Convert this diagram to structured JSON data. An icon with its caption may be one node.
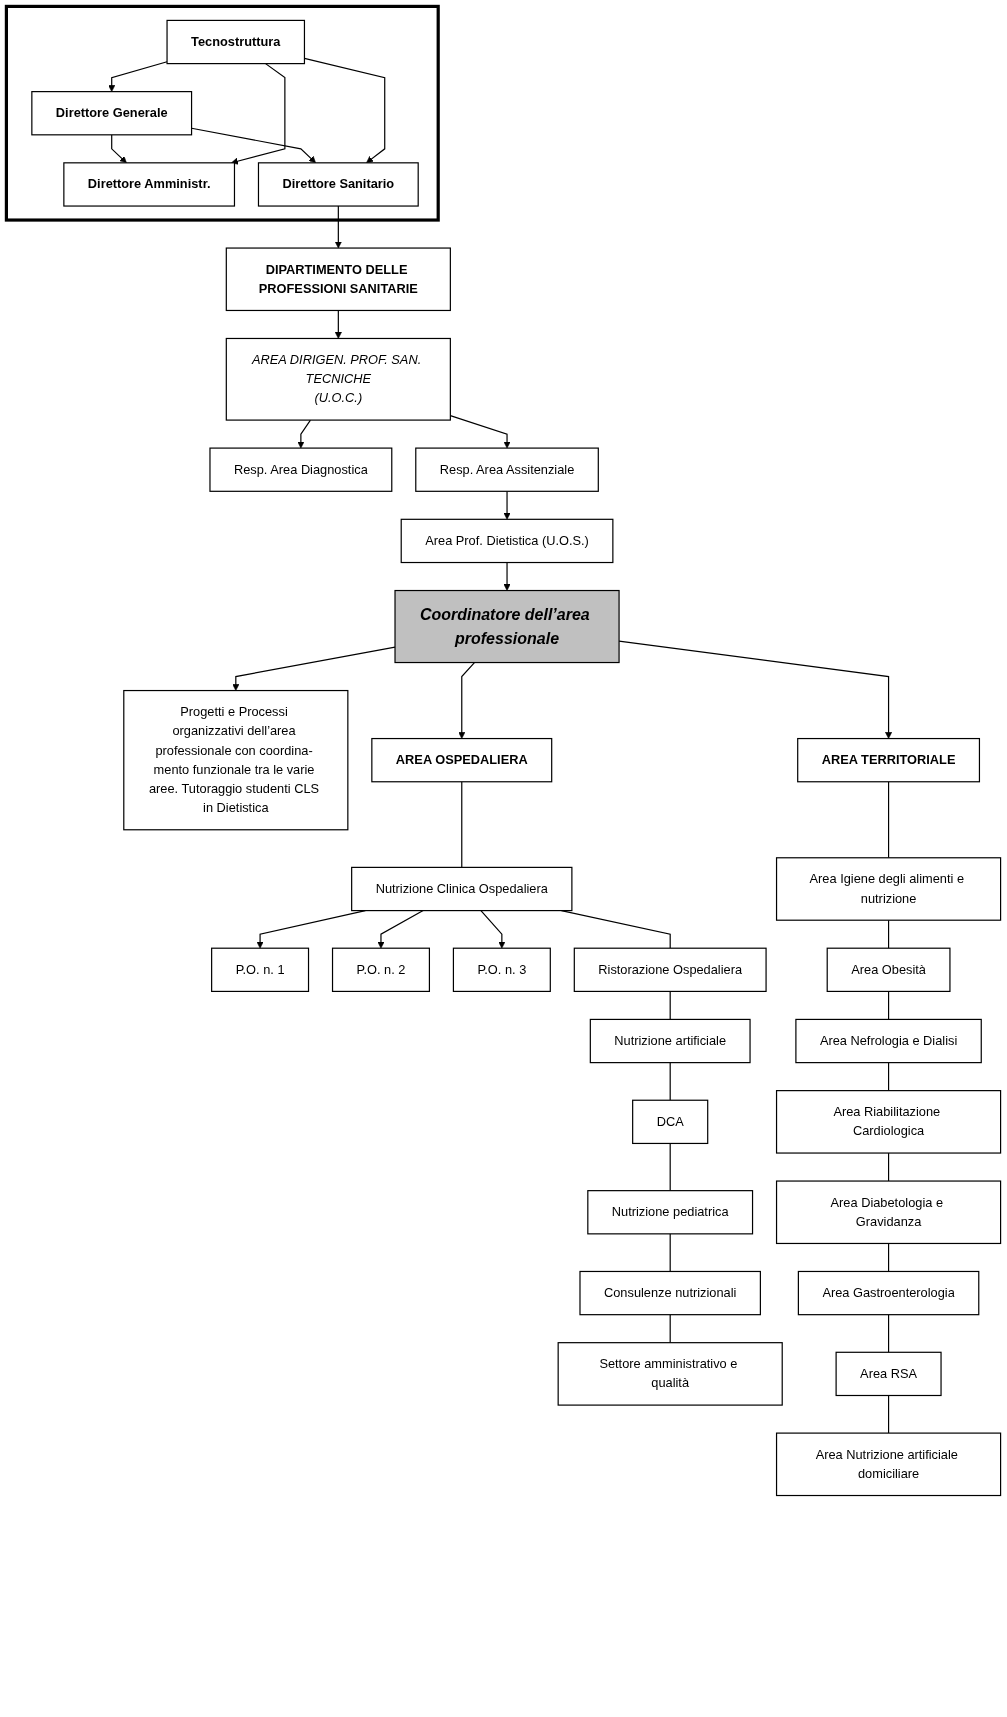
{
  "diagram": {
    "nodes": [
      {
        "text": [],
        "shape": "box"
      },
      {
        "text": [
          "Direttore Generale"
        ],
        "in": 0
      },
      {
        "text": [
          "Direttore Amministr."
        ],
        "in": 0
      },
      {
        "text": [
          "Direttore Sanitario"
        ],
        "in": 0
      },
      {
        "text": [
          "Tecnostruttura"
        ],
        "in": 0
      },
      {
        "text": [
          "DIPARTIMENTO DELLE PROFESSIONI SANITARIE"
        ]
      },
      {
        "text": [
          "AREA DIRIGEN. PROF. SAN. TECNICHE",
          "(U.O.C.)"
        ]
      },
      {
        "text": [
          "Resp. Area Diagnostica"
        ]
      },
      {
        "text": [
          "Resp. Area Assitenziale"
        ]
      },
      {
        "text": [
          "Progetti e Processi organizzativi dell’area professionale con coordina- mento funzionale tra le varie aree. Tutoraggio studenti CLS in Dietistica"
        ]
      },
      {
        "text": [
          "Area Prof. Dietistica (U.O.S.)"
        ]
      },
      {
        "text": [
          "Coordinatore dell’area professionale"
        ]
      },
      {
        "text": [
          "AREA OSPEDALIERA"
        ]
      },
      {
        "text": [
          "AREA TERRITORIALE"
        ]
      },
      {
        "text": [
          "Nutrizione Clinica Ospedaliera"
        ]
      },
      {
        "text": [
          "P.O. n. 1"
        ]
      },
      {
        "text": [
          "P.O. n. 2"
        ]
      },
      {
        "text": [
          "P.O. n. 3"
        ]
      },
      {
        "text": [
          "Ristorazione Ospedaliera"
        ]
      },
      {
        "text": [
          "Nutrizione artificiale"
        ]
      },
      {
        "text": [
          "DCA"
        ]
      },
      {
        "text": [
          "Nutrizione pediatrica"
        ]
      },
      {
        "text": [
          "Consulenze nutrizionali"
        ]
      },
      {
        "text": [
          "Settore amministrativo e qualità"
        ]
      },
      {
        "text": [
          "Area Igiene degli alimenti e nutrizione"
        ]
      },
      {
        "text": [
          "Area Obesità"
        ]
      },
      {
        "text": [
          "Area Nefrologia e Dialisi"
        ]
      },
      {
        "text": [
          "Area Riabilitazione Cardiologica"
        ]
      },
      {
        "text": [
          "Area Diabetologia e Gravidanza"
        ]
      },
      {
        "text": [
          "Area Gastroenterologia"
        ]
      },
      {
        "text": [
          "Area RSA"
        ]
      },
      {
        "text": [
          "Area Nutrizione artificiale domiciliare"
        ]
      }
    ],
    "edges": [
      {
        "from": 1,
        "to": 2,
        "arrow": "to"
      },
      {
        "from": 1,
        "to": 3,
        "arrow": "to"
      },
      {
        "from": 4,
        "to": 1,
        "arrow": "to"
      },
      {
        "from": 4,
        "to": 2,
        "arrow": "to"
      },
      {
        "from": 4,
        "to": 3,
        "arrow": "to"
      },
      {
        "from": 3,
        "to": 5,
        "arrow": "to"
      },
      {
        "from": 5,
        "to": 6,
        "arrow": "to"
      },
      {
        "from": 6,
        "to": 7,
        "arrow": "to"
      },
      {
        "from": 6,
        "to": 8,
        "arrow": "to"
      },
      {
        "from": 8,
        "to": 10,
        "arrow": "to"
      },
      {
        "from": 10,
        "to": 11,
        "arrow": "to"
      },
      {
        "from": 11,
        "to": 9,
        "arrow": "to"
      },
      {
        "from": 11,
        "to": 12,
        "arrow": "to"
      },
      {
        "from": 11,
        "to": 13,
        "arrow": "to"
      },
      {
        "from": 12,
        "to": 14,
        "arrow": "none"
      },
      {
        "from": 14,
        "to": 15,
        "arrow": "to"
      },
      {
        "from": 14,
        "to": 16,
        "arrow": "to"
      },
      {
        "from": 14,
        "to": 17,
        "arrow": "to"
      },
      {
        "from": 14,
        "to": 18,
        "arrow": "none"
      },
      {
        "from": 18,
        "to": 19,
        "arrow": "none"
      },
      {
        "from": 19,
        "to": 20,
        "arrow": "none"
      },
      {
        "from": 20,
        "to": 21,
        "arrow": "none"
      },
      {
        "from": 21,
        "to": 22,
        "arrow": "none"
      },
      {
        "from": 22,
        "to": 23,
        "arrow": "none"
      },
      {
        "from": 13,
        "to": 24,
        "arrow": "none"
      },
      {
        "from": 24,
        "to": 25,
        "arrow": "none"
      },
      {
        "from": 25,
        "to": 26,
        "arrow": "none"
      },
      {
        "from": 26,
        "to": 27,
        "arrow": "none"
      },
      {
        "from": 27,
        "to": 28,
        "arrow": "none"
      },
      {
        "from": 28,
        "to": 29,
        "arrow": "none"
      },
      {
        "from": 29,
        "to": 30,
        "arrow": "none"
      },
      {
        "from": 30,
        "to": 31,
        "arrow": "none"
      }
    ]
  }
}
